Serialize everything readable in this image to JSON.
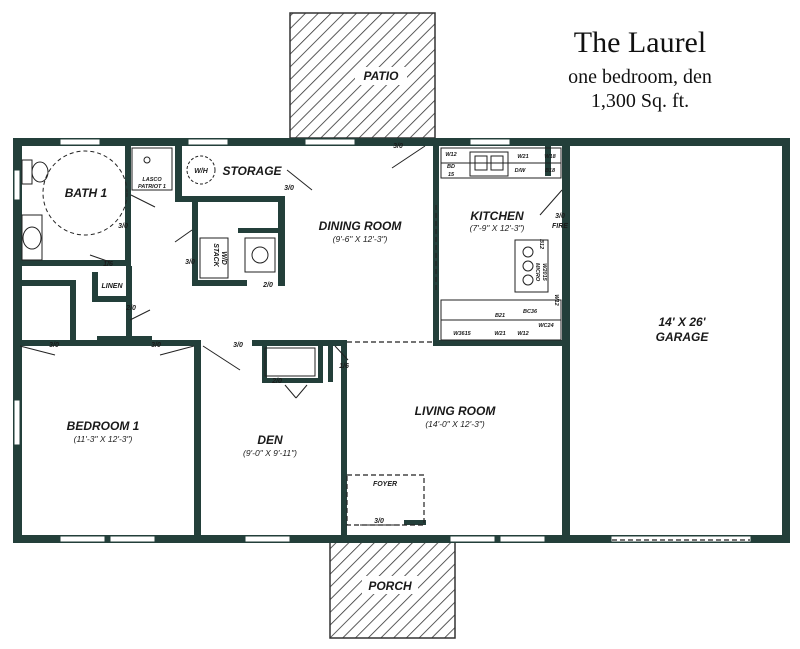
{
  "title": {
    "name": "The Laurel",
    "subtitle": "one bedroom, den",
    "area": "1,300 Sq. ft."
  },
  "rooms": {
    "patio": "PATIO",
    "porch": "PORCH",
    "storage": "STORAGE",
    "bath": "BATH 1",
    "dining": "DINING ROOM",
    "dining_dim": "(9'-6\" X 12'-3\")",
    "kitchen": "KITCHEN",
    "kitchen_dim": "(7'-9\" X 12'-3\")",
    "garage_dim": "14' X 26'",
    "garage": "GARAGE",
    "bedroom": "BEDROOM 1",
    "bedroom_dim": "(11'-3\" X 12'-3\")",
    "den": "DEN",
    "den_dim": "(9'-0\" X 9'-11\")",
    "living": "LIVING ROOM",
    "living_dim": "(14'-0\" X 12'-3\")",
    "foyer": "FOYER",
    "linen": "LINEN"
  },
  "fixtures": {
    "wh": "W/H",
    "lasco1": "LASCO",
    "lasco2": "PATRIOT 1",
    "stack1": "STACK",
    "stack2": "W/D",
    "fire": "FIRE"
  },
  "doors": {
    "d_patio": "3/0",
    "d_storage": "3/0",
    "d_bath": "3/0",
    "d_closet": "3/0",
    "d_linen": "1/6",
    "d_wd": "2/0",
    "d_hall": "2/0",
    "d_bed": "3/0",
    "d_bed2": "3/0",
    "d_den": "3/0",
    "d_den_closet": "2/0",
    "d_living": "1/6",
    "d_kitchen": "3/0",
    "d_foyer": "3/0"
  },
  "cabinets": {
    "w12_top": "W12",
    "bd": "BD",
    "bd15": "15",
    "w21": "W21",
    "w18": "W18",
    "dw": "D/W",
    "b18": "B18",
    "b12": "B12",
    "micro": "MICRO",
    "w2015": "W2015",
    "w12_side": "W12",
    "b21": "B21",
    "bc36": "BC36",
    "w3615": "W3615",
    "w21_bot": "W21",
    "w12_bot": "W12",
    "wc24": "WC24"
  },
  "colors": {
    "wall": "#233f3a",
    "hatch": "#333333",
    "line": "#222222"
  }
}
